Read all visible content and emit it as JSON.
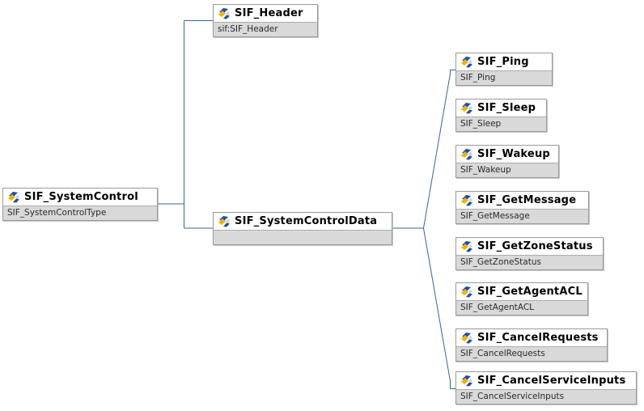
{
  "diagram": {
    "root": {
      "title": "SIF_SystemControl",
      "subtitle": "SIF_SystemControlType"
    },
    "header": {
      "title": "SIF_Header",
      "subtitle": "sif:SIF_Header"
    },
    "control_data": {
      "title": "SIF_SystemControlData",
      "subtitle": ""
    },
    "children": [
      {
        "title": "SIF_Ping",
        "subtitle": "SIF_Ping"
      },
      {
        "title": "SIF_Sleep",
        "subtitle": "SIF_Sleep"
      },
      {
        "title": "SIF_Wakeup",
        "subtitle": "SIF_Wakeup"
      },
      {
        "title": "SIF_GetMessage",
        "subtitle": "SIF_GetMessage"
      },
      {
        "title": "SIF_GetZoneStatus",
        "subtitle": "SIF_GetZoneStatus"
      },
      {
        "title": "SIF_GetAgentACL",
        "subtitle": "SIF_GetAgentACL"
      },
      {
        "title": "SIF_CancelRequests",
        "subtitle": "SIF_CancelRequests"
      },
      {
        "title": "SIF_CancelServiceInputs",
        "subtitle": "SIF_CancelServiceInputs"
      }
    ],
    "colors": {
      "connector": "#336699",
      "subtitle_bg": "#d9d9d9",
      "box_border": "#9a9a9a",
      "icon_blue": "#1d4ea8",
      "icon_yellow": "#f0b400"
    },
    "icon_name": "schema-element-icon"
  }
}
